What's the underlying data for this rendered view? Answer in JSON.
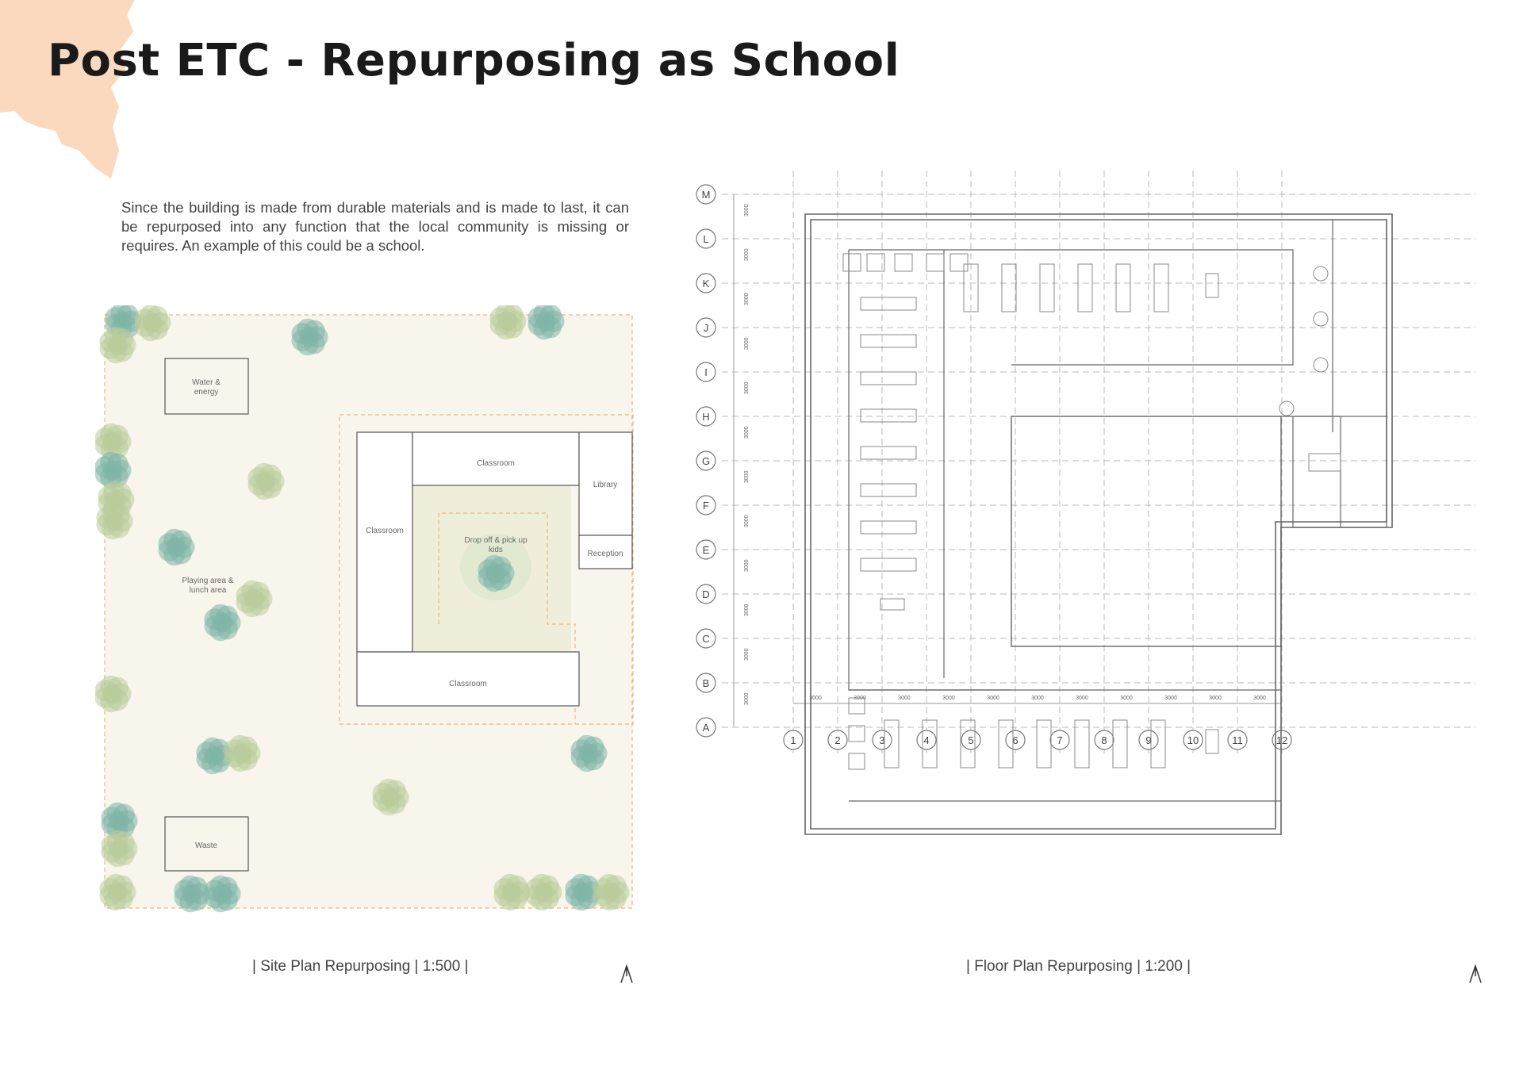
{
  "title": "Post ETC - Repurposing as School",
  "intro": "Since the building is made from durable materials and is made to last, it can be repurposed into any function that the local community is missing or requires. An example of this could be a school.",
  "site_plan": {
    "caption": "| Site Plan Repurposing | 1:500 |",
    "labels": {
      "water": [
        "Water &",
        "energy"
      ],
      "classroom_top": "Classroom",
      "classroom_left": "Classroom",
      "classroom_bottom": "Classroom",
      "library": "Library",
      "reception": "Reception",
      "dropoff": [
        "Drop off & pick up",
        "kids"
      ],
      "playing": [
        "Playing area &",
        "lunch area"
      ],
      "waste": "Waste"
    }
  },
  "floor_plan": {
    "caption": "| Floor Plan Repurposing | 1:200 |",
    "row_labels": [
      "M",
      "L",
      "K",
      "J",
      "I",
      "H",
      "G",
      "F",
      "E",
      "D",
      "C",
      "B",
      "A"
    ],
    "col_labels": [
      "1",
      "2",
      "3",
      "4",
      "5",
      "6",
      "7",
      "8",
      "9",
      "10",
      "11",
      "12"
    ],
    "dimension": "3000"
  },
  "colors": {
    "splash": "#fbd9bf",
    "site_bg": "#f8f6ec",
    "dash_orange": "#f0b47a",
    "tree_green": "#b9cc9a",
    "tree_teal": "#7fb5a7",
    "line": "#555555"
  },
  "icons": {
    "north": "north-arrow-icon"
  }
}
